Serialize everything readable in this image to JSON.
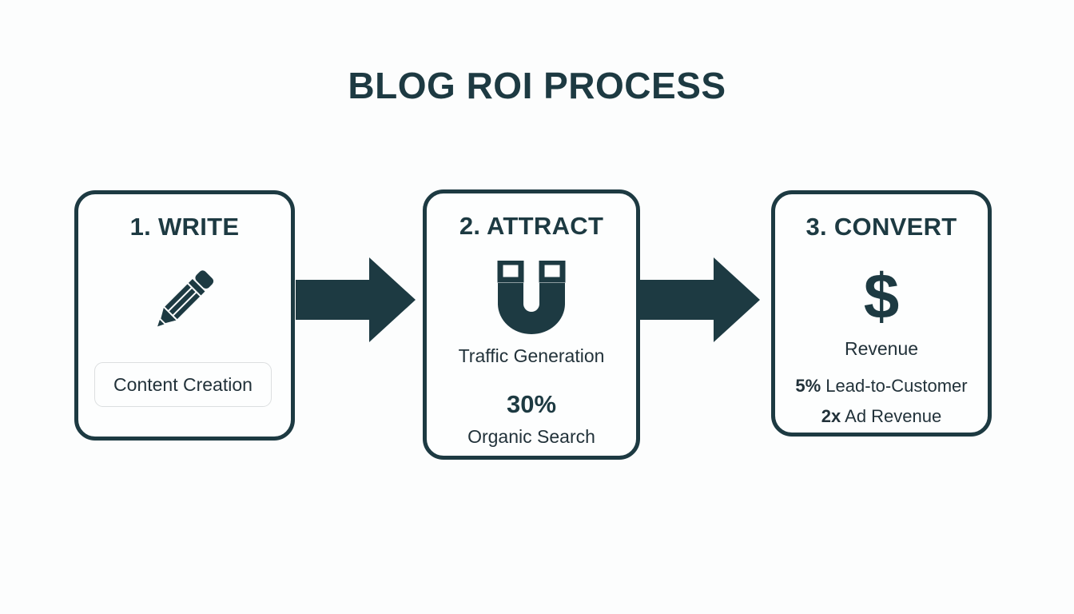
{
  "title": "BLOG ROI PROCESS",
  "colors": {
    "ink": "#1d3a42",
    "background": "#fcfdfd",
    "card_fill": "#fdfefe",
    "pill_border": "#dcdfe0"
  },
  "steps": [
    {
      "title": "1. WRITE",
      "icon": "pencil-icon",
      "pill_label": "Content Creation"
    },
    {
      "title": "2. ATTRACT",
      "icon": "magnet-icon",
      "label": "Traffic Generation",
      "stat_value": "30%",
      "stat_label": "Organic Search"
    },
    {
      "title": "3. CONVERT",
      "icon": "dollar-icon",
      "icon_glyph": "$",
      "label": "Revenue",
      "stats": [
        {
          "value": "5%",
          "label": " Lead-to-Customer"
        },
        {
          "value": "2x",
          "label": " Ad Revenue"
        }
      ]
    }
  ],
  "arrows": [
    {
      "name": "arrow-write-to-attract",
      "direction": "right"
    },
    {
      "name": "arrow-attract-to-convert",
      "direction": "right"
    }
  ]
}
